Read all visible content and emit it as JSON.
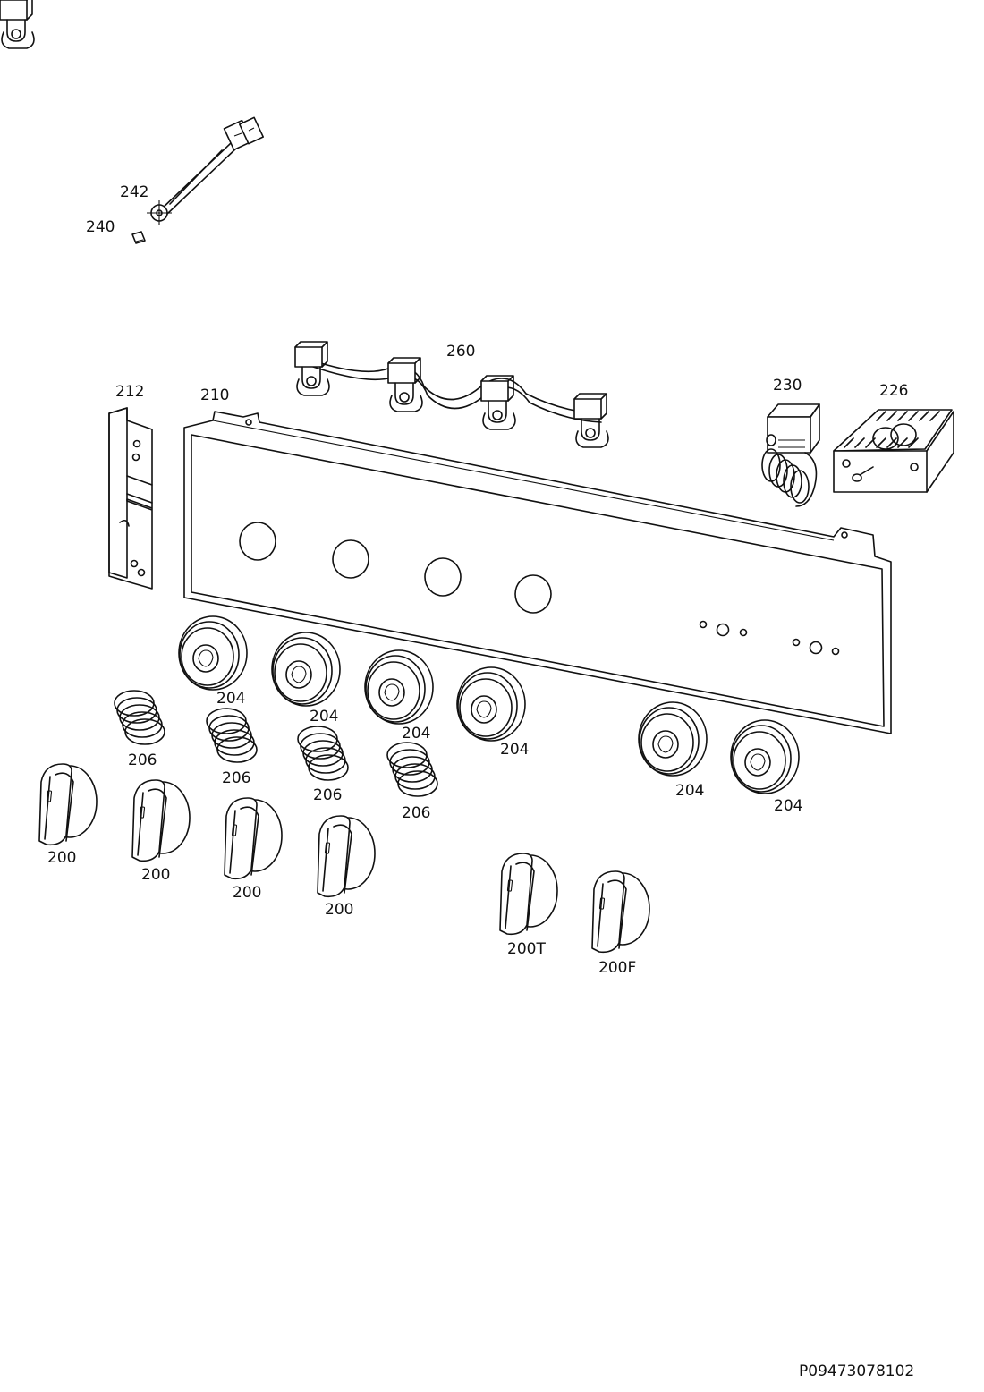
{
  "diagram": {
    "drawing_code": "P09473078102",
    "parts": [
      {
        "id": "wire-thermocouple",
        "label": "242"
      },
      {
        "id": "clip-small",
        "label": "240"
      },
      {
        "id": "ignition-harness",
        "label": "260"
      },
      {
        "id": "side-bracket",
        "label": "212"
      },
      {
        "id": "control-panel",
        "label": "210"
      },
      {
        "id": "thermostat",
        "label": "230"
      },
      {
        "id": "selector-switch",
        "label": "226"
      },
      {
        "id": "bezel-1",
        "label": "204"
      },
      {
        "id": "bezel-2",
        "label": "204"
      },
      {
        "id": "bezel-3",
        "label": "204"
      },
      {
        "id": "bezel-4",
        "label": "204"
      },
      {
        "id": "bezel-5",
        "label": "204"
      },
      {
        "id": "bezel-6",
        "label": "204"
      },
      {
        "id": "spring-1",
        "label": "206"
      },
      {
        "id": "spring-2",
        "label": "206"
      },
      {
        "id": "spring-3",
        "label": "206"
      },
      {
        "id": "spring-4",
        "label": "206"
      },
      {
        "id": "knob-1",
        "label": "200"
      },
      {
        "id": "knob-2",
        "label": "200"
      },
      {
        "id": "knob-3",
        "label": "200"
      },
      {
        "id": "knob-4",
        "label": "200"
      },
      {
        "id": "knob-thermostat",
        "label": "200T"
      },
      {
        "id": "knob-function",
        "label": "200F"
      }
    ]
  }
}
